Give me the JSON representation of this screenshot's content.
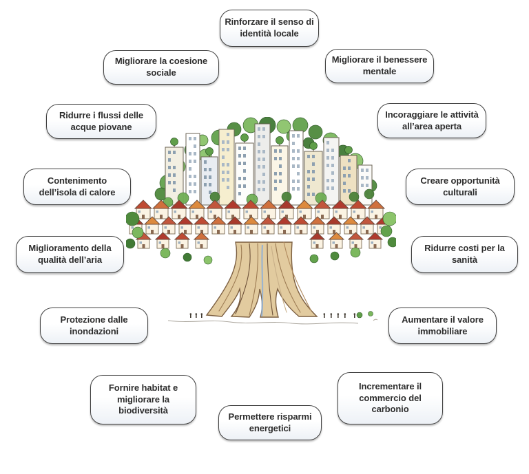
{
  "diagram": {
    "illustration": {
      "name": "urban-tree-city-illustration"
    },
    "labels": [
      {
        "id": "identita-locale",
        "text": "Rinforzare il senso di\nidentità locale"
      },
      {
        "id": "coesione-sociale",
        "text": "Migliorare la coesione\nsociale"
      },
      {
        "id": "benessere-mentale",
        "text": "Migliorare il benessere\nmentale"
      },
      {
        "id": "acque-piovane",
        "text": "Ridurre i flussi delle\nacque piovane"
      },
      {
        "id": "attivita-area-aperta",
        "text": "Incoraggiare le attività\nall’area aperta"
      },
      {
        "id": "isola-di-calore",
        "text": "Contenimento\ndell’isola di calore"
      },
      {
        "id": "opportunita-culturali",
        "text": "Creare opportunità\nculturali"
      },
      {
        "id": "qualita-aria",
        "text": "Miglioramento della\nqualità dell’aria"
      },
      {
        "id": "costi-sanita",
        "text": "Ridurre costi per la\nsanità"
      },
      {
        "id": "inondazioni",
        "text": "Protezione dalle\ninondazioni"
      },
      {
        "id": "valore-immobiliare",
        "text": "Aumentare il valore\nimmobiliare"
      },
      {
        "id": "habitat-biodiversita",
        "text": "Fornire habitat e\nmigliorare la\nbiodiversità"
      },
      {
        "id": "risparmi-energetici",
        "text": "Permettere risparmi\nenergetici"
      },
      {
        "id": "commercio-carbonio",
        "text": "Incrementare il\ncommercio del\ncarbonio"
      }
    ]
  },
  "colors": {
    "bubble_border": "#3f3f3f",
    "bubble_fill": "#edf1f6",
    "text": "#2d2d2d",
    "canopy_green": "#5f9e49",
    "roof_red": "#bf4b33",
    "trunk_tan": "#e2cb9f"
  }
}
